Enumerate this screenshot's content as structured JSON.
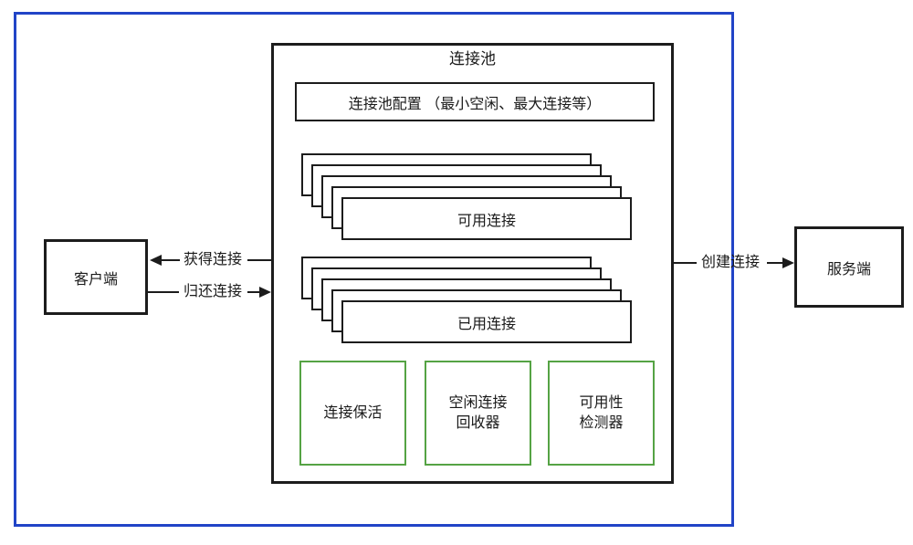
{
  "colors": {
    "frame_blue": "#2144c7",
    "box_black": "#1c1c1c",
    "component_green": "#55a344",
    "background": "#ffffff"
  },
  "pool": {
    "title": "连接池",
    "config": "连接池配置 （最小空闲、最大连接等）",
    "available_label": "可用连接",
    "used_label": "已用连接",
    "components": [
      "连接保活",
      "空闲连接\n回收器",
      "可用性\n检测器"
    ]
  },
  "client": "客户端",
  "server": "服务端",
  "arrows": {
    "acquire": "获得连接",
    "return_conn": "归还连接",
    "create": "创建连接"
  }
}
